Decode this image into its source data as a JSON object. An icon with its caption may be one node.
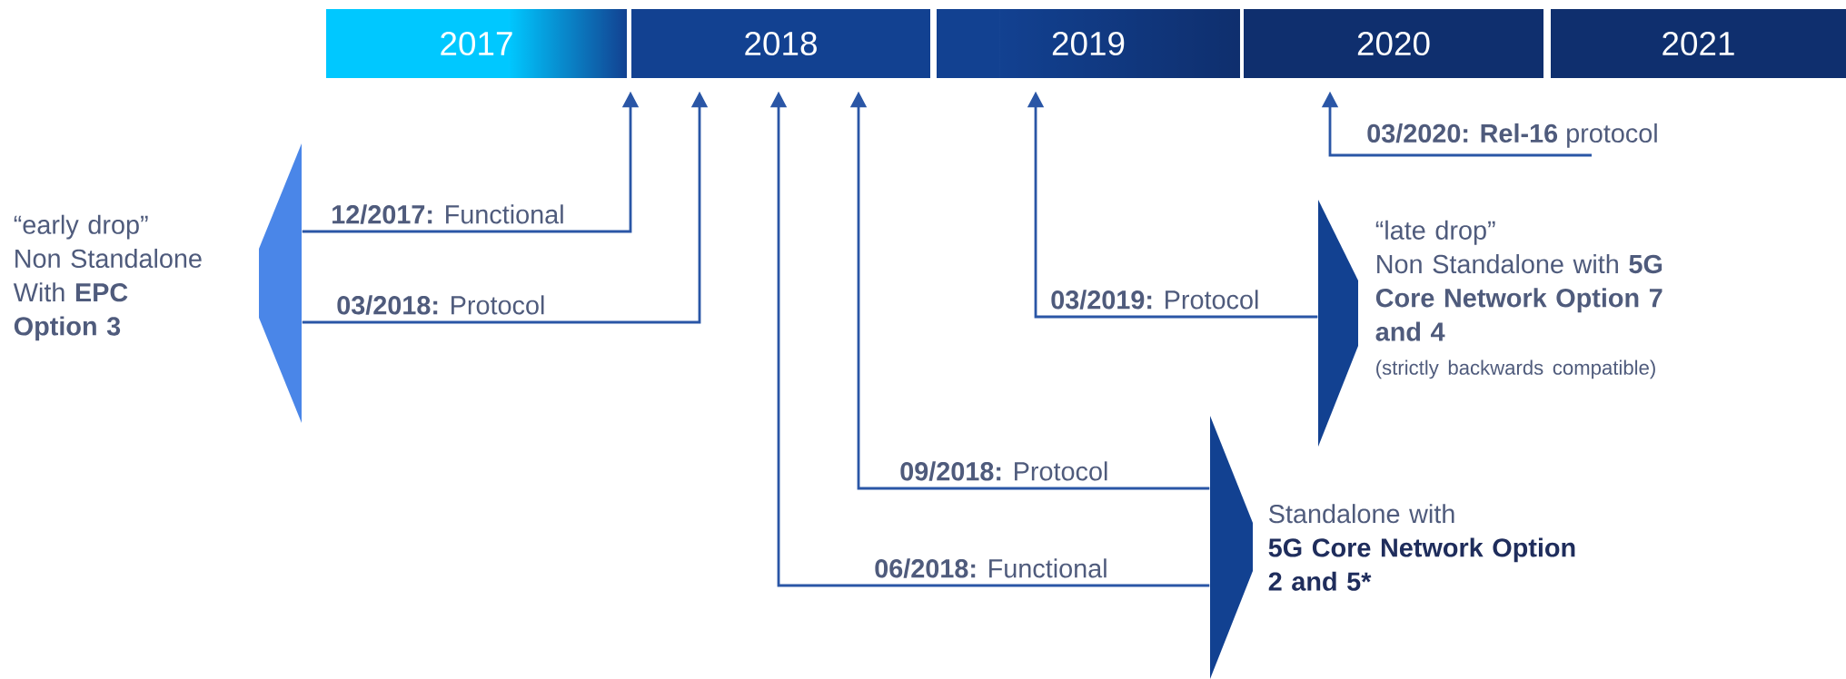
{
  "diagram": {
    "nodes": [
      {
        "text": [
          "2017"
        ]
      },
      {
        "text": [
          "2018"
        ]
      },
      {
        "text": [
          "2019"
        ]
      },
      {
        "text": [
          "2020"
        ]
      },
      {
        "text": [
          "2021"
        ]
      },
      {
        "text": [
          "“early drop”",
          "Non Standalone With **EPC Option 3**"
        ]
      },
      {
        "text": [
          "“late drop”",
          "Non Standalone with **5G Core Network Option 7 and 4**",
          "(strictly backwards compatible)"
        ]
      },
      {
        "text": [
          "Standalone with",
          "5G Core Network Option 2 and 5*"
        ]
      }
    ],
    "edges": [
      {
        "from": 5,
        "to": 1,
        "arrow": "to",
        "label": "**12/2017:** Functional"
      },
      {
        "from": 5,
        "to": 1,
        "arrow": "to",
        "label": "**03/2018:** Protocol"
      },
      {
        "from": 6,
        "to": 2,
        "arrow": "to",
        "label": "**03/2019:** Protocol"
      },
      {
        "from": null,
        "to": 3,
        "arrow": "to",
        "label": "**03/2020: Rel-16** protocol"
      },
      {
        "from": 7,
        "to": 1,
        "arrow": "to",
        "label": "**09/2018:** Protocol"
      },
      {
        "from": 7,
        "to": 1,
        "arrow": "to",
        "label": "**06/2018:** Functional"
      }
    ]
  }
}
